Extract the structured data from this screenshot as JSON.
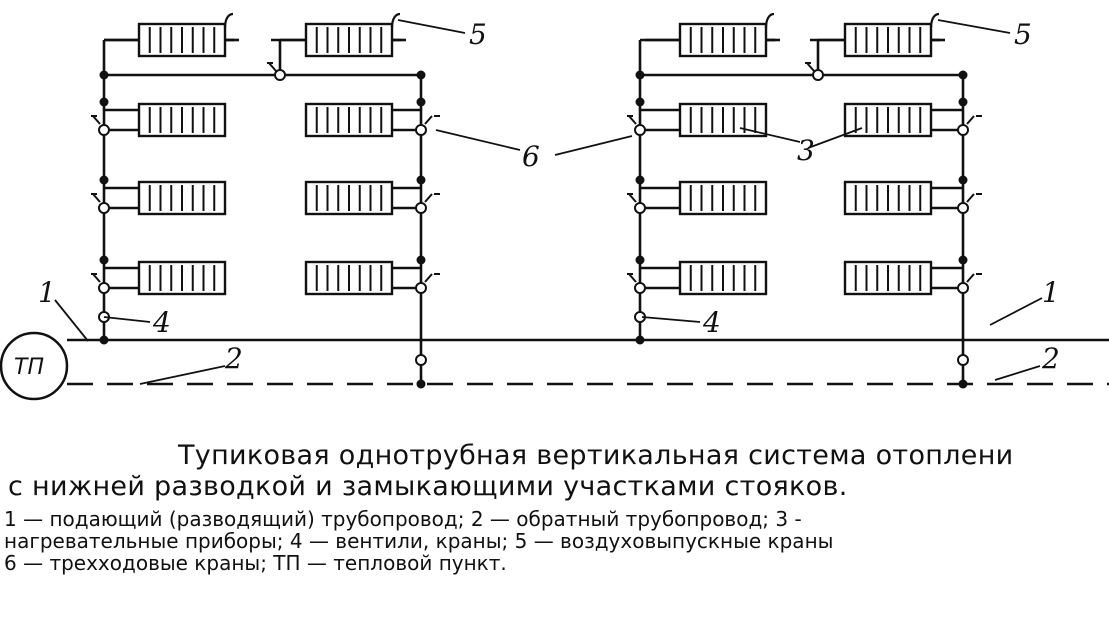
{
  "diagram": {
    "labels": {
      "supply": "1",
      "return": "2",
      "heaters": "3",
      "valves": "4",
      "air_vents": "5",
      "three_way": "6",
      "heat_point": "ТП"
    }
  },
  "caption": {
    "title_line1": "Тупиковая однотрубная вертикальная система отоплени",
    "title_line2": "с нижней разводкой и замыкающими участками стояков.",
    "legend_line1": "1 — подающий (разводящий) трубопровод; 2 — обратный трубопровод; 3 -",
    "legend_line2": "нагревательные приборы; 4 — вентили, краны; 5 — воздуховыпускные краны",
    "legend_line3": "6 — трехходовые краны; ТП — тепловой пункт."
  }
}
